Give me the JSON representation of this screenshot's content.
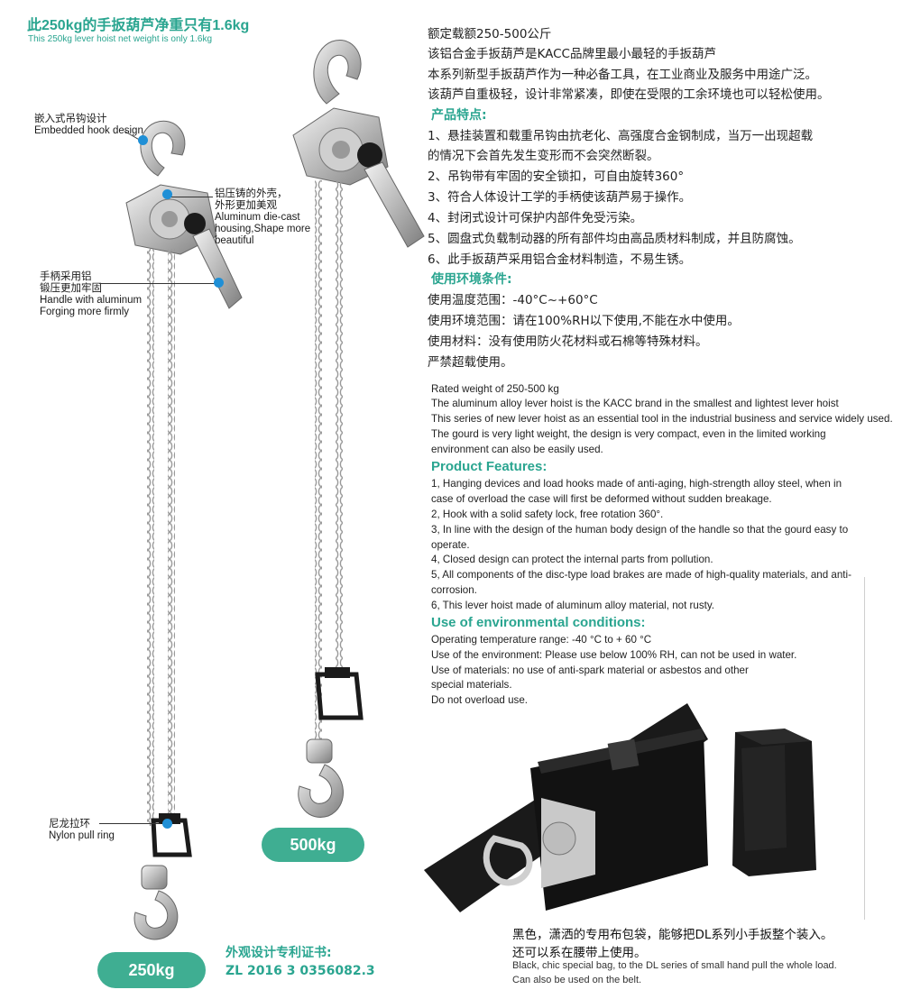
{
  "headline": {
    "zh": "此250kg的手扳葫芦净重只有1.6kg",
    "en": "This 250kg lever hoist net weight  is only  1.6kg"
  },
  "callouts": {
    "hook": {
      "zh": "嵌入式吊钩设计",
      "en": "Embedded hook design"
    },
    "housing": {
      "zh1": "铝压铸的外壳，",
      "zh2": "外形更加美观",
      "en1": "Aluminum die-cast",
      "en2": "housing,Shape more",
      "en3": "beautiful"
    },
    "handle": {
      "zh1": "手柄采用铝",
      "zh2": "锻压更加牢固",
      "en1": "Handle with aluminum",
      "en2": "Forging more firmly"
    },
    "ring": {
      "zh": "尼龙拉环",
      "en": "Nylon pull ring"
    }
  },
  "badges": {
    "small": "250kg",
    "large": "500kg"
  },
  "patent": {
    "title": "外观设计专利证书:",
    "number": "ZL 2016 3 0356082.3"
  },
  "zh_text": {
    "intro": [
      "额定载额250-500公斤",
      "该铝合金手扳葫芦是KACC品牌里最小最轻的手扳葫芦",
      "本系列新型手扳葫芦作为一种必备工具，在工业商业及服务中用途广泛。",
      "该葫芦自重极轻，设计非常紧凑，即使在受限的工余环境也可以轻松使用。"
    ],
    "features_title": "产品特点:",
    "features": [
      "1、悬挂装置和载重吊钩由抗老化、高强度合金钢制成，当万一出现超载",
      "     的情况下会首先发生变形而不会突然断裂。",
      "2、吊钩带有牢固的安全锁扣，可自由旋转360°",
      "3、符合人体设计工学的手柄使该葫芦易于操作。",
      "4、封闭式设计可保护内部件免受污染。",
      "5、圆盘式负载制动器的所有部件均由高品质材料制成，并且防腐蚀。",
      "6、此手扳葫芦采用铝合金材料制造，不易生锈。"
    ],
    "env_title": "使用环境条件:",
    "env": [
      "使用温度范围：-40°C~+60°C",
      "使用环境范围：请在100%RH以下使用,不能在水中使用。",
      "使用材料：没有使用防火花材料或石棉等特殊材料。",
      "严禁超载使用。"
    ]
  },
  "en_text": {
    "intro": [
      "Rated weight of 250-500 kg",
      "The aluminum alloy lever hoist is the KACC brand in the smallest and lightest lever hoist",
      "This series of new lever hoist as an essential tool in the industrial business and service widely used.",
      "The gourd is very light weight, the design is very compact, even in the limited working",
      "environment can also be easily used."
    ],
    "features_title": "Product Features:",
    "features": [
      "1, Hanging devices and load hooks made of anti-aging, high-strength alloy steel, when in",
      "     case of overload the case will first be deformed without sudden breakage.",
      "2, Hook with a solid safety lock, free rotation 360°.",
      "3, In line with the design of the human body design of the handle so that the gourd easy to",
      "     operate.",
      "4, Closed design can protect the internal parts from pollution.",
      "5, All components of the disc-type load brakes are made of high-quality  materials, and anti-",
      "     corrosion.",
      "6, This lever hoist made of aluminum alloy material, not rusty."
    ],
    "env_title": "Use of environmental conditions:",
    "env": [
      "Operating temperature range: -40 °C to + 60 °C",
      "Use of the environment: Please use below 100% RH, can not be used in water.",
      "Use of materials: no use of anti-spark material or asbestos and other",
      "special materials.",
      "Do not overload use."
    ]
  },
  "bag": {
    "zh1": "黑色，潇洒的专用布包袋，能够把DL系列小手扳整个装入。",
    "zh2": "还可以系在腰带上使用。",
    "en1": "Black, chic special bag, to the DL series of small hand pull the whole load.",
    "en2": "Can also be used on the belt."
  },
  "colors": {
    "accent": "#2aa590",
    "badge": "#3fae92",
    "dot": "#1f8fd6"
  }
}
